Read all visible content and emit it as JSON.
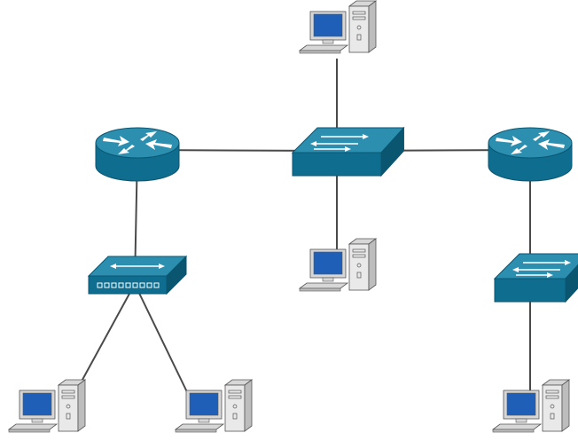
{
  "diagram": {
    "title": "",
    "colors": {
      "device_face": "#0f6e8f",
      "device_top": "#2d8fb0",
      "device_side": "#0a5570",
      "device_glyph": "#ffffff",
      "link": "#4a4a4a",
      "pc_case": "#e9e9e9",
      "pc_case_side": "#bdbdbd",
      "pc_screen": "#1f5fb8",
      "pc_bezel": "#d7d7d7",
      "outline": "#555555"
    },
    "nodes": [
      {
        "id": "router-left",
        "type": "router"
      },
      {
        "id": "router-right",
        "type": "router"
      },
      {
        "id": "switch-center",
        "type": "switch"
      },
      {
        "id": "switch-right",
        "type": "switch"
      },
      {
        "id": "hub-left",
        "type": "hub"
      },
      {
        "id": "pc-top",
        "type": "workstation"
      },
      {
        "id": "pc-center",
        "type": "workstation"
      },
      {
        "id": "pc-left-1",
        "type": "workstation"
      },
      {
        "id": "pc-left-2",
        "type": "workstation"
      },
      {
        "id": "pc-right",
        "type": "workstation"
      }
    ],
    "links": [
      {
        "from": "router-left",
        "to": "switch-center"
      },
      {
        "from": "switch-center",
        "to": "router-right"
      },
      {
        "from": "pc-top",
        "to": "switch-center"
      },
      {
        "from": "switch-center",
        "to": "pc-center"
      },
      {
        "from": "router-left",
        "to": "hub-left"
      },
      {
        "from": "hub-left",
        "to": "pc-left-1"
      },
      {
        "from": "hub-left",
        "to": "pc-left-2"
      },
      {
        "from": "router-right",
        "to": "switch-right"
      },
      {
        "from": "switch-right",
        "to": "pc-right"
      }
    ]
  }
}
